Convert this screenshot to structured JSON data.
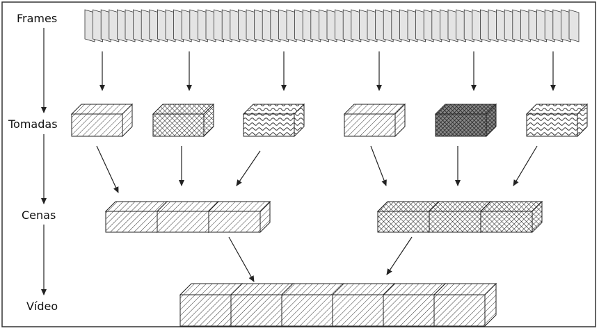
{
  "labels": {
    "frames": "Frames",
    "tomadas": "Tomadas",
    "cenas": "Cenas",
    "video": "Vídeo"
  },
  "colors": {
    "stroke": "#222222",
    "frame_fill": "#d8d8d8",
    "border": "#333333"
  },
  "patterns": {
    "tomadas": [
      "diagonal",
      "crosshatch",
      "wavy",
      "diagonal",
      "dense-dots",
      "wavy"
    ],
    "cenas": [
      "diagonal",
      "crosshatch"
    ],
    "video": "diagonal"
  }
}
